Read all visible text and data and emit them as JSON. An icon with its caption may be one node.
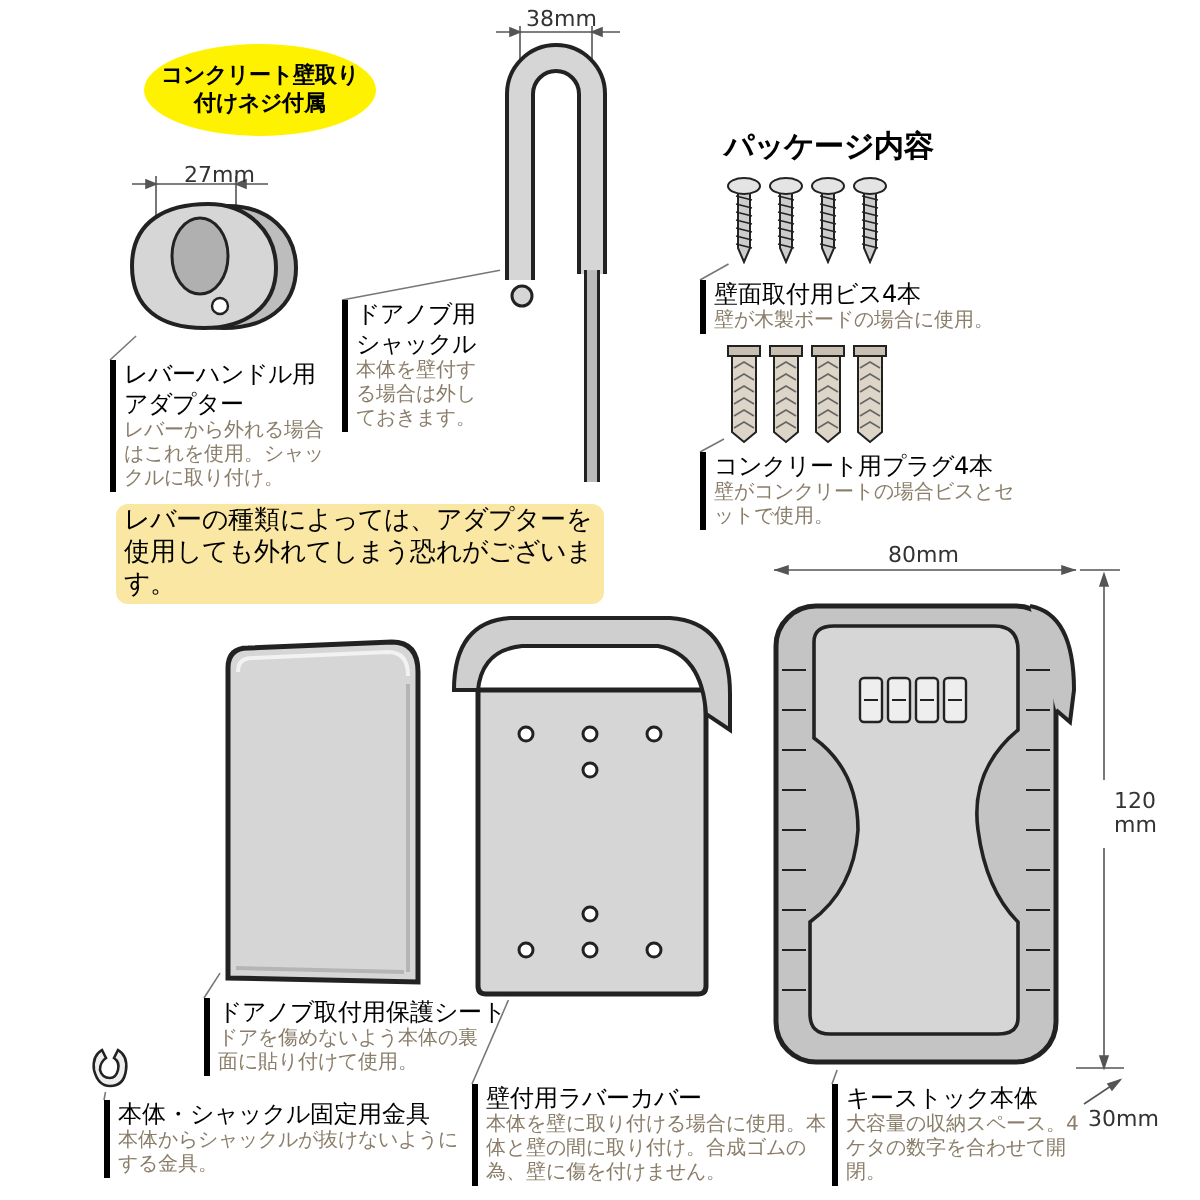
{
  "diagram": {
    "nodes": [
      {
        "text": [
          "コンクリート壁取り付けネジ付属"
        ]
      },
      {
        "text": [],
        "shape": "picture"
      },
      {
        "text": [
          "レバーハンドル用アダプター",
          "レバーから外れる場合はこれを使用。シャックルに取り付け。"
        ]
      },
      {
        "text": [],
        "shape": "picture"
      },
      {
        "text": [
          "ドアノブ用シャックル",
          "本体を壁付する場合は外しておきます。"
        ]
      },
      {
        "text": [],
        "shape": "picture"
      },
      {
        "text": [
          "壁面取付用ビス4本",
          "壁が木製ボードの場合に使用。"
        ]
      },
      {
        "text": [],
        "shape": "picture"
      },
      {
        "text": [
          "コンクリート用プラグ4本",
          "壁がコンクリートの場合ビスとセットで使用。"
        ]
      },
      {
        "text": [
          "レバーの種類によっては、アダプターを使用しても外れてしまう恐れがございます。"
        ]
      },
      {
        "text": [],
        "shape": "picture"
      },
      {
        "text": [
          "ドアノブ取付用保護シート",
          "ドアを傷めないよう本体の裏面に貼り付けて使用。"
        ]
      },
      {
        "text": [],
        "shape": "picture"
      },
      {
        "text": [
          "壁付用ラバーカバー",
          "本体を壁に取り付ける場合に使用。本体と壁の間に取り付け。合成ゴムの為、壁に傷を付けません。"
        ]
      },
      {
        "text": [],
        "shape": "picture"
      },
      {
        "text": [
          "キーストック本体",
          "大容量の収納スペース。4ケタの数字を合わせて開閉。"
        ]
      },
      {
        "text": [],
        "shape": "picture"
      },
      {
        "text": [
          "本体・シャックル固定用金具",
          "本体からシャックルが抜けないようにする金具。"
        ]
      }
    ],
    "edges": [
      {
        "from": 2,
        "to": 1,
        "arrow": "none"
      },
      {
        "from": 4,
        "to": 3,
        "arrow": "none"
      },
      {
        "from": 6,
        "to": 5,
        "arrow": "none"
      },
      {
        "from": 8,
        "to": 7,
        "arrow": "none"
      },
      {
        "from": 11,
        "to": 10,
        "arrow": "none"
      },
      {
        "from": 13,
        "to": 12,
        "arrow": "none"
      },
      {
        "from": 15,
        "to": 14,
        "arrow": "none"
      },
      {
        "from": 17,
        "to": 16,
        "arrow": "none"
      }
    ],
    "labels": [
      "27mm",
      "38mm",
      "パッケージ内容",
      "80mm",
      "120mm",
      "30mm"
    ]
  }
}
